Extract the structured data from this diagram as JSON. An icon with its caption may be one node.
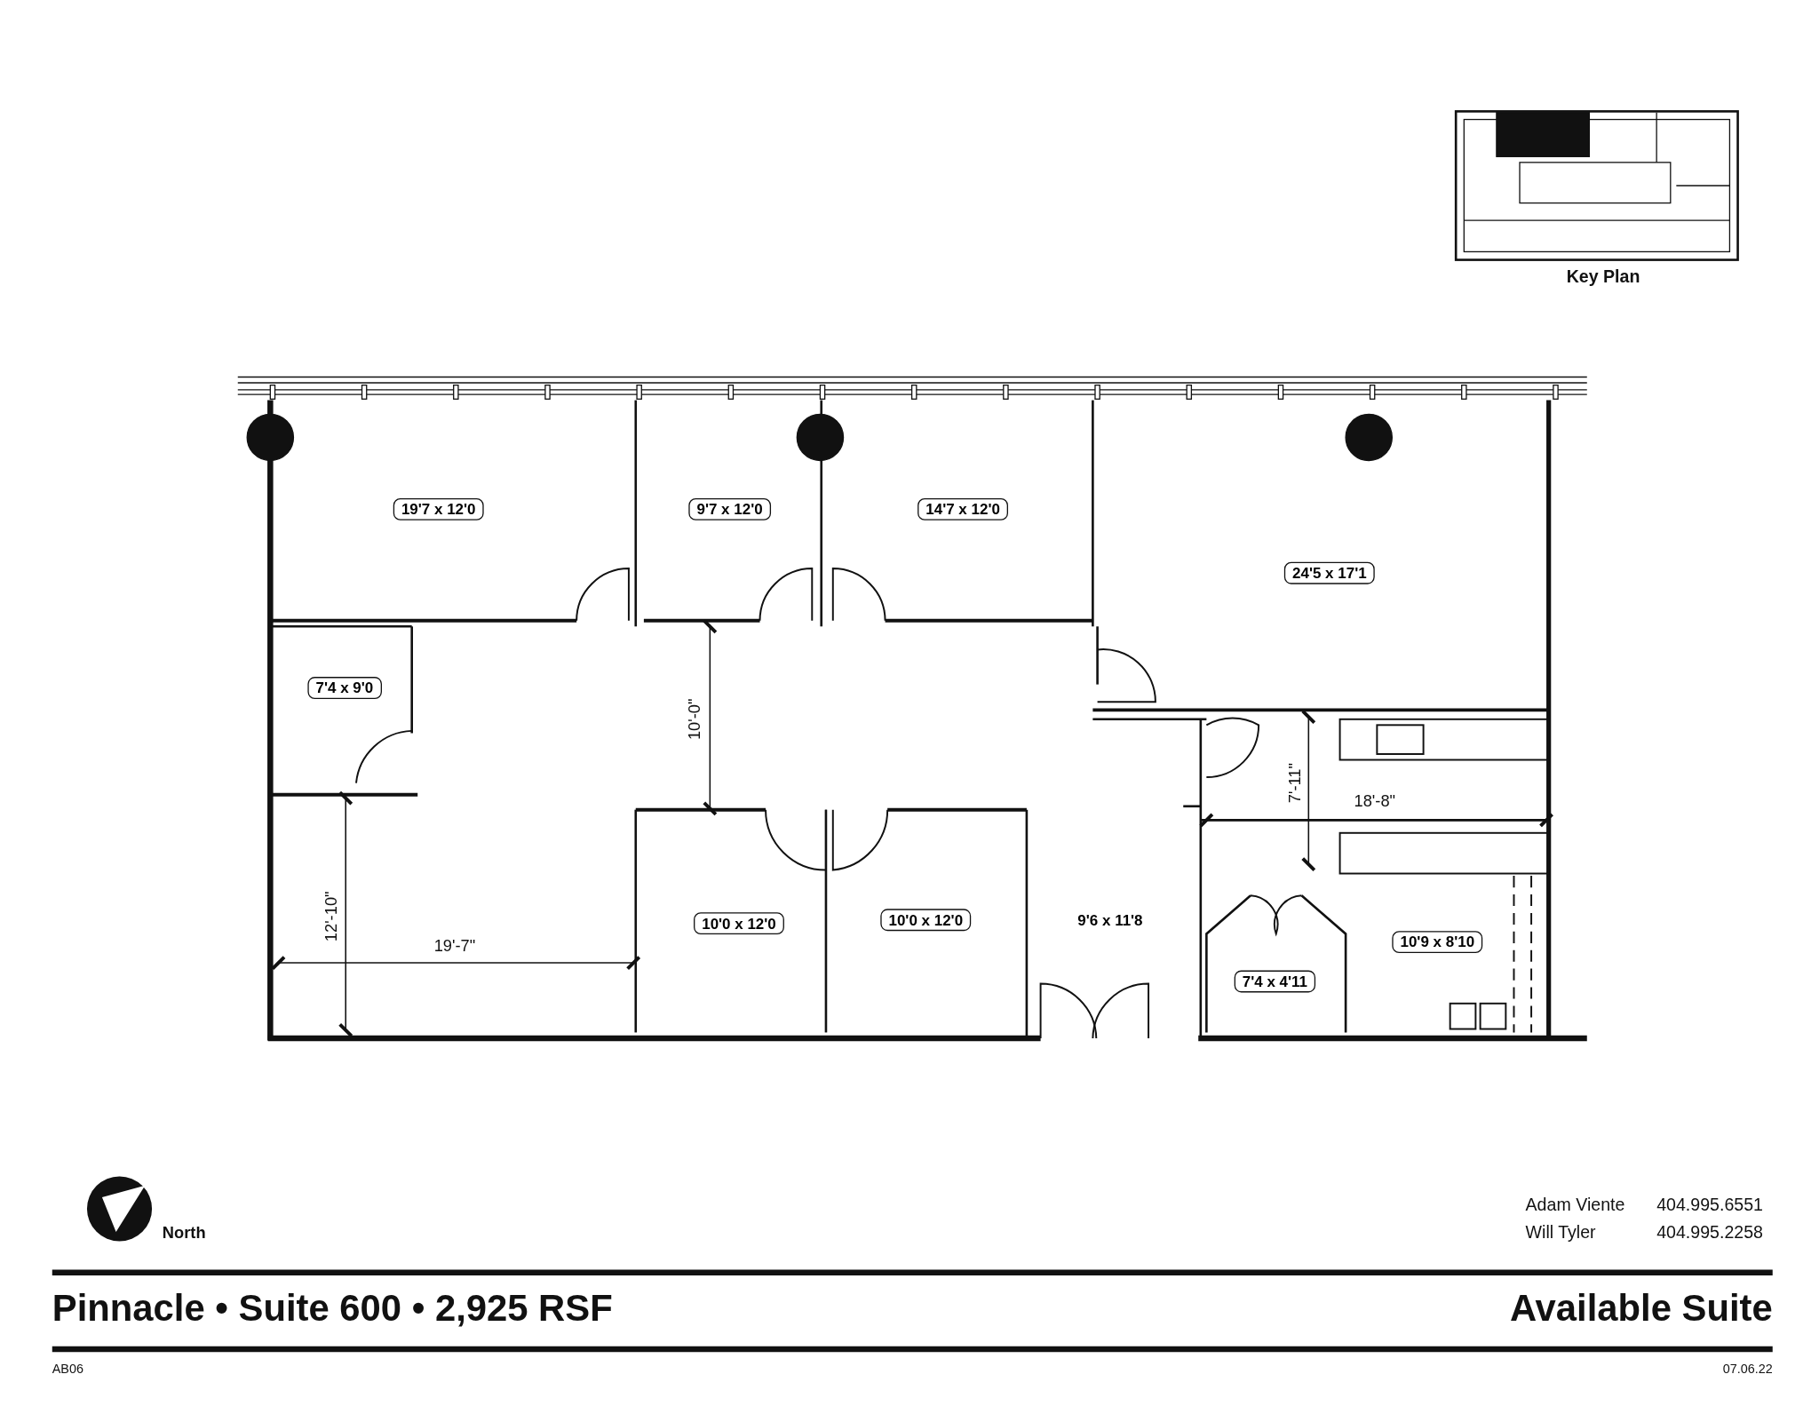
{
  "diagram": {
    "title": "Pinnacle • Suite 600 • 2,925 RSF",
    "nodes": [
      {
        "text": [
          "19'7 x 12'0"
        ]
      },
      {
        "text": [
          "9'7 x 12'0"
        ]
      },
      {
        "text": [
          "14'7 x 12'0"
        ]
      },
      {
        "text": [
          "24'5 x 17'1"
        ]
      },
      {
        "text": [
          "7'4 x 9'0"
        ]
      },
      {
        "text": [
          "10'0 x 12'0"
        ]
      },
      {
        "text": [
          "10'0 x 12'0"
        ]
      },
      {
        "text": [
          "9'6 x 11'8"
        ]
      },
      {
        "text": [
          "7'4 x 4'11"
        ]
      },
      {
        "text": [
          "10'9 x 8'10"
        ]
      }
    ],
    "labels": [
      "Key Plan",
      "10'-0\"",
      "7'-11\"",
      "18'-8\"",
      "12'-10\"",
      "19'-7\"",
      "North",
      "Adam Viente",
      "404.995.6551",
      "Will Tyler",
      "404.995.2258",
      "Available Suite",
      "AB06",
      "07.06.22"
    ]
  }
}
